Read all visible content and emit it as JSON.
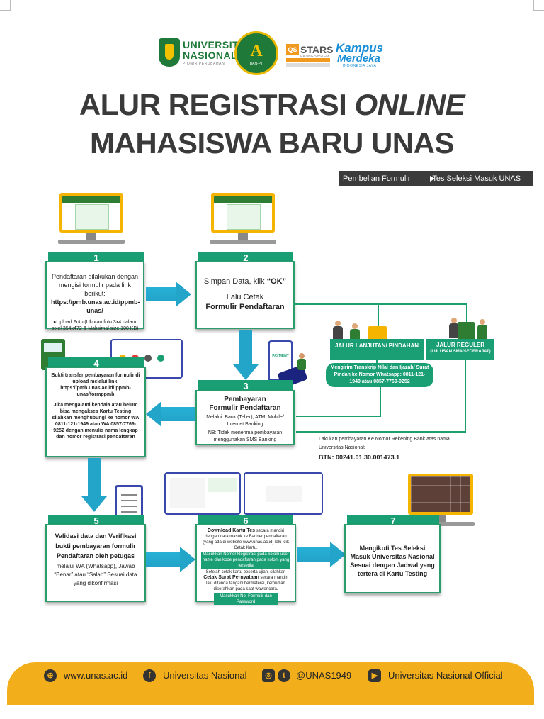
{
  "header": {
    "unas_logo_name": "UNIVERSITAS NASIONAL",
    "unas_logo_line1": "UNIVERSITAS",
    "unas_logo_line2": "NASIONAL",
    "unas_logo_tagline": "PIONIR PERUBAHAN",
    "accreditation_letter": "A",
    "accreditation_sub": "BAN-PT",
    "qs_box": "QS",
    "qs_stars": "STARS",
    "qs_system": "RATING SYSTEM",
    "kampus_line1": "Kampus",
    "kampus_line2": "Merdeka",
    "kampus_line3": "INDONESIA JAYA"
  },
  "title": {
    "line1_pre": "ALUR REGISTRASI",
    "line1_italic": "ONLINE",
    "line2": "MAHASISWA BARU UNAS"
  },
  "legend": {
    "left": "Pembelian Formulir",
    "right": "Tes Seleksi Masuk UNAS"
  },
  "steps": {
    "s1": {
      "num": "1",
      "text1": "Pendaftaran dilakukan dengan mengisi formulir pada link berikut:",
      "link": "https://pmb.unas.ac.id/ppmb-unas/",
      "note": "Upload Foto (Ukuran foto 3x4 dalam pixel 354x472 & Maksimal size 100 KB)"
    },
    "s2": {
      "num": "2",
      "text1": "Simpan Data, klik",
      "ok": "“OK”",
      "text2": "Lalu Cetak",
      "text3": "Formulir Pendaftaran"
    },
    "s3": {
      "num": "3",
      "title1": "Pembayaran",
      "title2": "Formulir Pendaftaran",
      "text1": "Melalui: Bank (Teller), ATM, Mobile/ Internet Banking",
      "text2": "NB: Tidak menerima pembayaran menggunakan SMS Banking"
    },
    "s4": {
      "num": "4",
      "text1": "Bukti transfer pembayaran formulir di upload melalui link: https://pmb.unas.ac.id/ ppmb-unas/formppmb",
      "text2": "Jika mengalami kendala atau belum bisa mengakses Kartu Testing silahkan menghubungi ke nomor WA 0811-121-1949 atau WA 0857-7769-9252 dengan menulis nama lengkap dan nomor registrasi pendaftaran"
    },
    "s5": {
      "num": "5",
      "title": "Validasi data dan Verifikasi bukti pembayaran formulir Pendaftaran oleh petugas",
      "text": "melalui WA (Whatsapp), Jawab “Benar” atau “Salah” Sesuai data yang dikonfirmasi"
    },
    "s6": {
      "num": "6",
      "dl_bold": "Download Kartu Tes",
      "dl_text": "secara mandiri dengan cara masuk ke Banner pendaftaran (yang ada di website www.unas.ac.id) lalu klik Cetak Kartu.",
      "hl1": "Masukkan Nomor Registrasi pada kolom user name dan kode pendaftaran pada kolom yang tersedia",
      "text2": "Setelah cetak kartu peserta ujian, silahkan",
      "cetak_bold": "Cetak Surat Pernyataan",
      "text3": "secara mandiri lalu ditanda tangani bermaterai, kemudian diserahkan pada saat wawancara.",
      "hl2": "Masukkan No. Formulir dan Password"
    },
    "s7": {
      "num": "7",
      "text": "Mengikuti Tes Seleksi Masuk Universitas Nasional Sesuai dengan Jadwal yang tertera di Kartu Testing"
    }
  },
  "jalur": {
    "lanjutan": "JALUR LANJUTAN/ PINDAHAN",
    "reguler": "JALUR REGULER",
    "reguler_sub": "(LULUSAN SMA/SEDERAJAT)",
    "transkrip": "Mengirim Transkrip Nilai dan Ijazah/ Surat Pindah ke Nomor Whatsapp: 0811-121-1949 atau 0857-7769-9252"
  },
  "payment": {
    "text": "Lakukan pembayaran Ke Nomor Rekening Bank atas nama Universitas Nasional:",
    "btn": "BTN: 00241.01.30.001473.1",
    "phone_label": "PAYMENT"
  },
  "footer": {
    "website": "www.unas.ac.id",
    "facebook": "Universitas Nasional",
    "handle": "@UNAS1949",
    "youtube": "Universitas Nasional Official"
  },
  "colors": {
    "green": "#1a9e74",
    "arrow_blue": "#23a4c9",
    "footer_orange": "#f3ae1c",
    "title_gray": "#3a3a3a"
  },
  "icons": [
    "website-icon",
    "facebook-icon",
    "instagram-icon",
    "twitter-icon",
    "youtube-icon"
  ]
}
